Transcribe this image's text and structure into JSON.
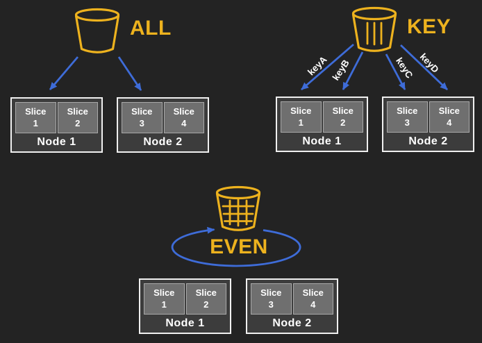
{
  "diagram": {
    "colors": {
      "background": "#232323",
      "gold": "#EDB21E",
      "blue": "#3E6CD8",
      "node_bg": "#3C3C3C",
      "node_border": "#F0F0F0",
      "slice_bg": "#6F6F6F",
      "slice_border": "#A9A9A9",
      "text": "#FFFFFF"
    },
    "icons": {
      "all": "bucket-empty-icon",
      "key": "bucket-vertical-lines-icon",
      "even": "bucket-grid-icon",
      "arrows": "blue-arrow",
      "even_loop": "ellipse-loop-arrow"
    },
    "sections": {
      "all": {
        "label": "ALL",
        "nodes": [
          {
            "label": "Node 1",
            "slices": [
              {
                "word": "Slice",
                "num": "1"
              },
              {
                "word": "Slice",
                "num": "2"
              }
            ]
          },
          {
            "label": "Node 2",
            "slices": [
              {
                "word": "Slice",
                "num": "3"
              },
              {
                "word": "Slice",
                "num": "4"
              }
            ]
          }
        ]
      },
      "key": {
        "label": "KEY",
        "arrow_labels": [
          "keyA",
          "keyB",
          "keyC",
          "keyD"
        ],
        "nodes": [
          {
            "label": "Node 1",
            "slices": [
              {
                "word": "Slice",
                "num": "1"
              },
              {
                "word": "Slice",
                "num": "2"
              }
            ]
          },
          {
            "label": "Node 2",
            "slices": [
              {
                "word": "Slice",
                "num": "3"
              },
              {
                "word": "Slice",
                "num": "4"
              }
            ]
          }
        ]
      },
      "even": {
        "label": "EVEN",
        "nodes": [
          {
            "label": "Node 1",
            "slices": [
              {
                "word": "Slice",
                "num": "1"
              },
              {
                "word": "Slice",
                "num": "2"
              }
            ]
          },
          {
            "label": "Node 2",
            "slices": [
              {
                "word": "Slice",
                "num": "3"
              },
              {
                "word": "Slice",
                "num": "4"
              }
            ]
          }
        ]
      }
    }
  }
}
